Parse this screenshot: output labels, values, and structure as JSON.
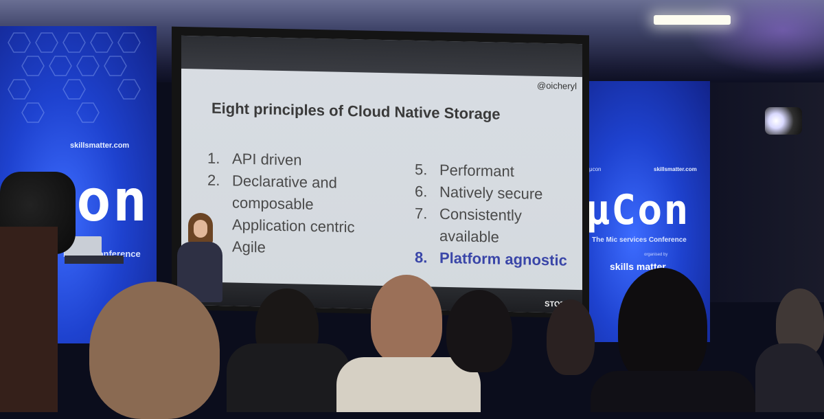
{
  "colors": {
    "banner_blue": "#1e42cf",
    "slide_background": "#d6dbe0",
    "slide_text": "#4a4a4a",
    "highlight_text": "#3a46a8"
  },
  "banners": {
    "left_url": "skillsmatter.com",
    "left_logo": "μCon",
    "left_subtitle": "rvices Conference",
    "right_small": "μcon",
    "right_url": "skillsmatter.com",
    "right_logo": "μCon",
    "right_subtitle": "The Mic  services Conference",
    "right_org": "organised by",
    "right_brand": "skills matter"
  },
  "slide": {
    "handle": "@oicheryl",
    "title": "Eight principles of Cloud Native Storage",
    "principles_left": [
      {
        "number": "1.",
        "text": "API driven"
      },
      {
        "number": "2.",
        "text": "Declarative and composable"
      },
      {
        "number": "",
        "text": "Application centric"
      },
      {
        "number": "",
        "text": "Agile"
      }
    ],
    "principles_right": [
      {
        "number": "5.",
        "text": "Performant"
      },
      {
        "number": "6.",
        "text": "Natively secure"
      },
      {
        "number": "7.",
        "text": "Consistently available"
      },
      {
        "number": "8.",
        "text": "Platform agnostic"
      }
    ],
    "footer_logo": "STORAG"
  }
}
